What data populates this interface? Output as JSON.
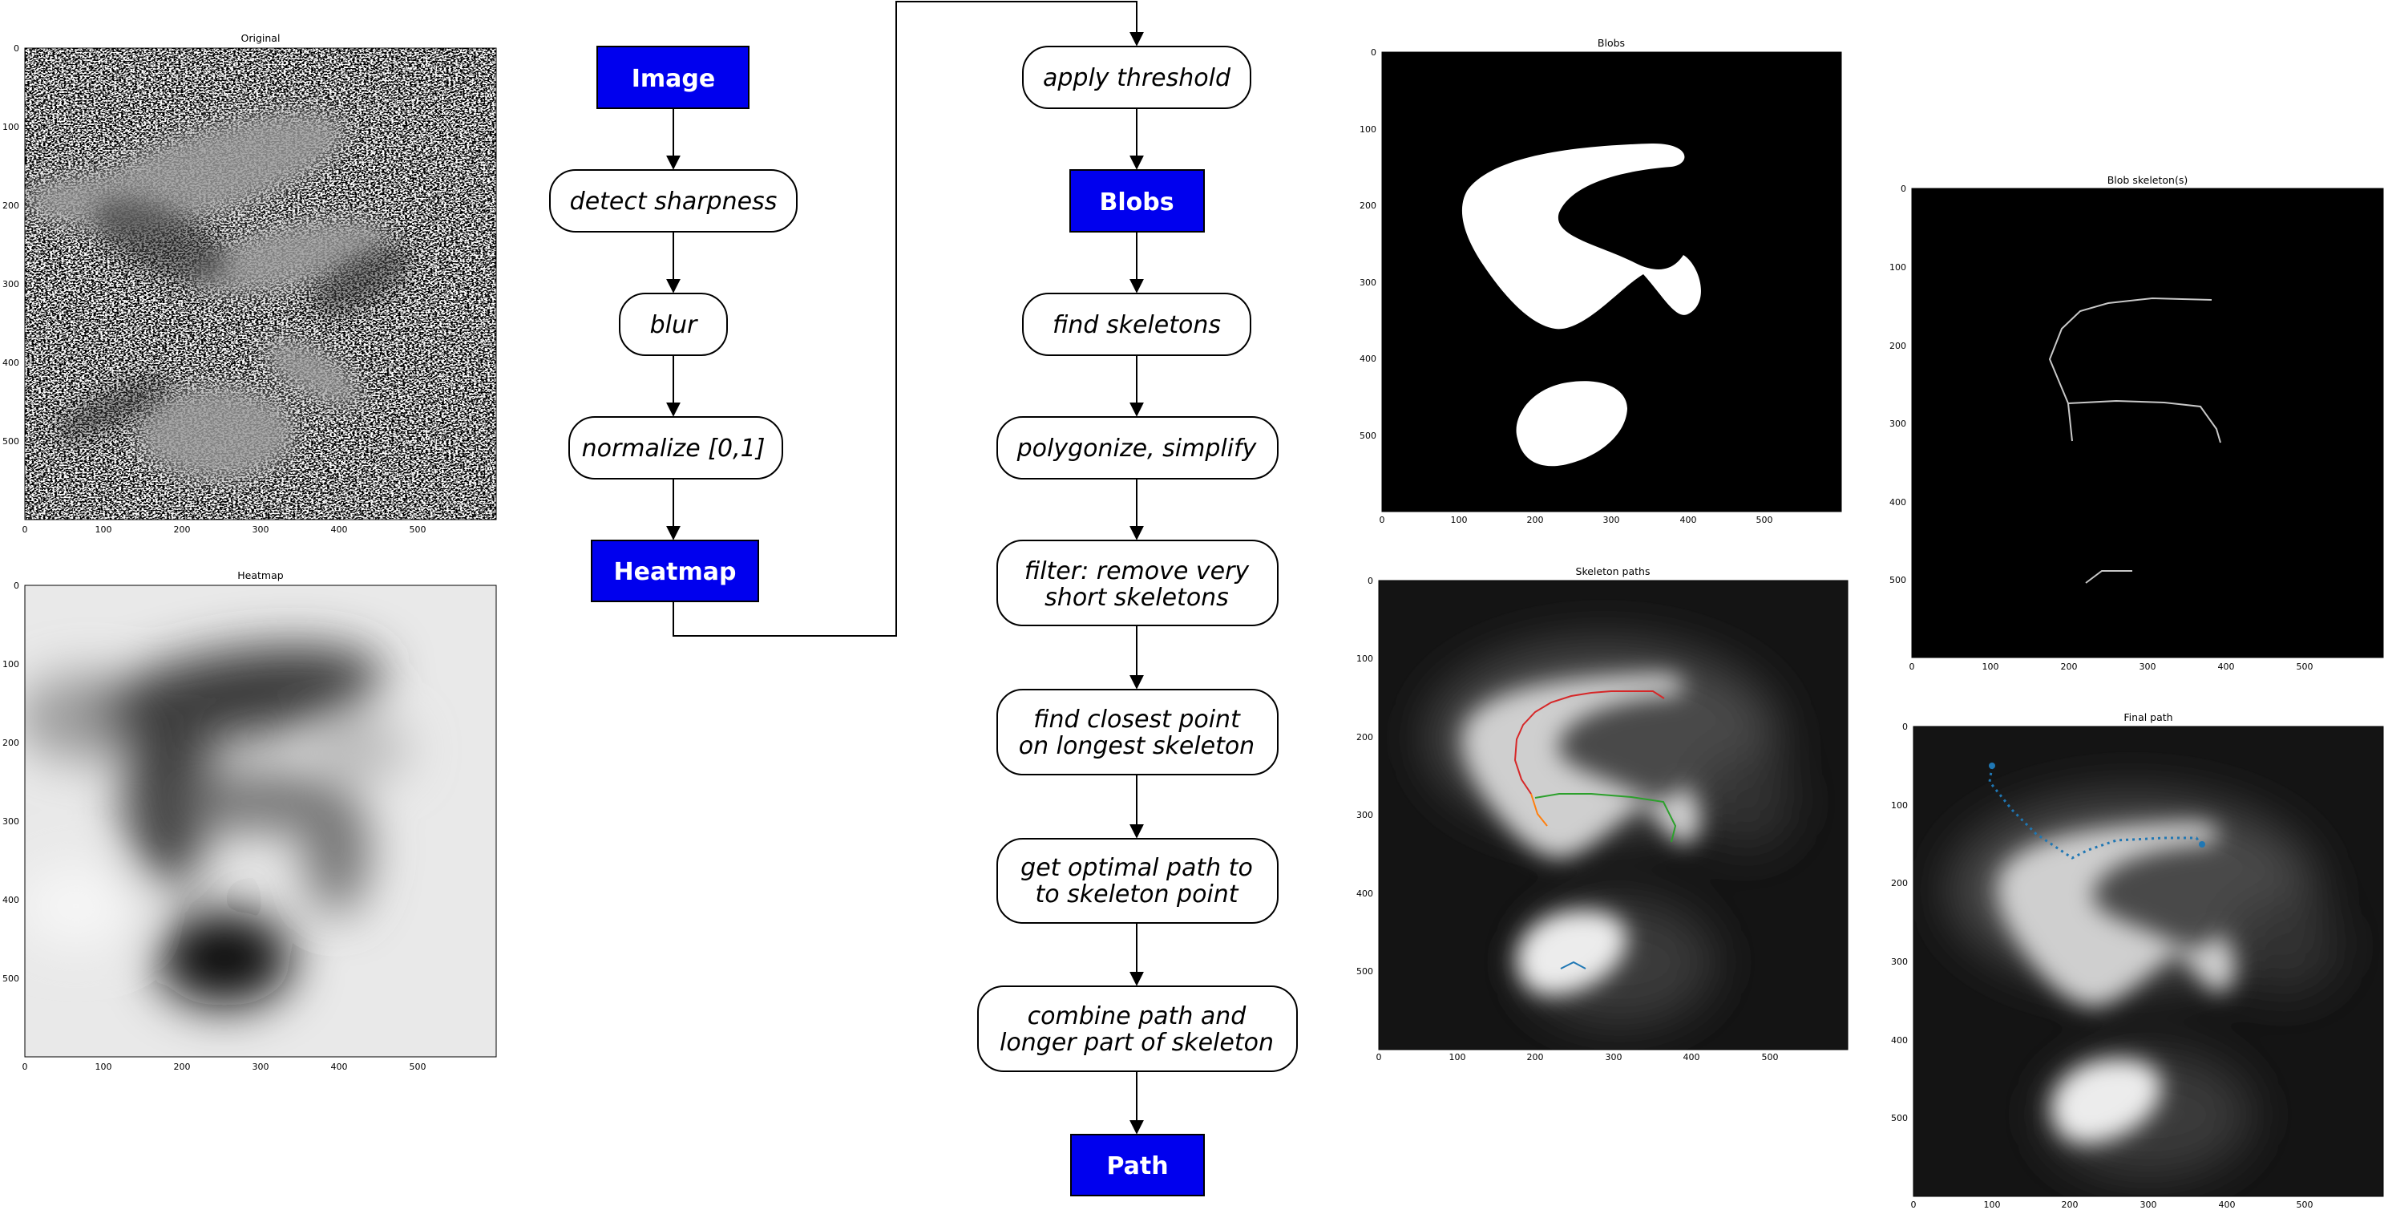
{
  "panels": {
    "original": {
      "title": "Original",
      "xticks": [
        "0",
        "100",
        "200",
        "300",
        "400",
        "500"
      ],
      "yticks": [
        "0",
        "100",
        "200",
        "300",
        "400",
        "500"
      ]
    },
    "heatmap": {
      "title": "Heatmap",
      "xticks": [
        "0",
        "100",
        "200",
        "300",
        "400",
        "500"
      ],
      "yticks": [
        "0",
        "100",
        "200",
        "300",
        "400",
        "500"
      ]
    },
    "blobs": {
      "title": "Blobs",
      "xticks": [
        "0",
        "100",
        "200",
        "300",
        "400",
        "500"
      ],
      "yticks": [
        "0",
        "100",
        "200",
        "300",
        "400",
        "500"
      ]
    },
    "skeletons": {
      "title": "Blob skeleton(s)",
      "xticks": [
        "0",
        "100",
        "200",
        "300",
        "400",
        "500"
      ],
      "yticks": [
        "0",
        "100",
        "200",
        "300",
        "400",
        "500"
      ]
    },
    "paths": {
      "title": "Skeleton paths",
      "xticks": [
        "0",
        "100",
        "200",
        "300",
        "400",
        "500"
      ],
      "yticks": [
        "0",
        "100",
        "200",
        "300",
        "400",
        "500"
      ]
    },
    "final": {
      "title": "Final path",
      "xticks": [
        "0",
        "100",
        "200",
        "300",
        "400",
        "500"
      ],
      "yticks": [
        "0",
        "100",
        "200",
        "300",
        "400",
        "500"
      ]
    }
  },
  "flowchart": {
    "image": "Image",
    "detect": "detect sharpness",
    "blur": "blur",
    "normalize": "normalize [0,1]",
    "heatmap": "Heatmap",
    "threshold": "apply threshold",
    "blobs": "Blobs",
    "find_skel": "find skeletons",
    "polygonize": "polygonize, simplify",
    "filter_l1": "filter: remove very",
    "filter_l2": "short skeletons",
    "closest_l1": "find closest point",
    "closest_l2": "on longest skeleton",
    "optimal_l1": "get optimal path to",
    "optimal_l2": "to skeleton point",
    "combine_l1": "combine path and",
    "combine_l2": "longer part of skeleton",
    "path": "Path"
  },
  "colors": {
    "data_box": "#0000ee",
    "skeleton_red": "#d62728",
    "skeleton_green": "#2ca02c",
    "skeleton_orange": "#ff7f0e",
    "skeleton_blue": "#1f77b4"
  }
}
